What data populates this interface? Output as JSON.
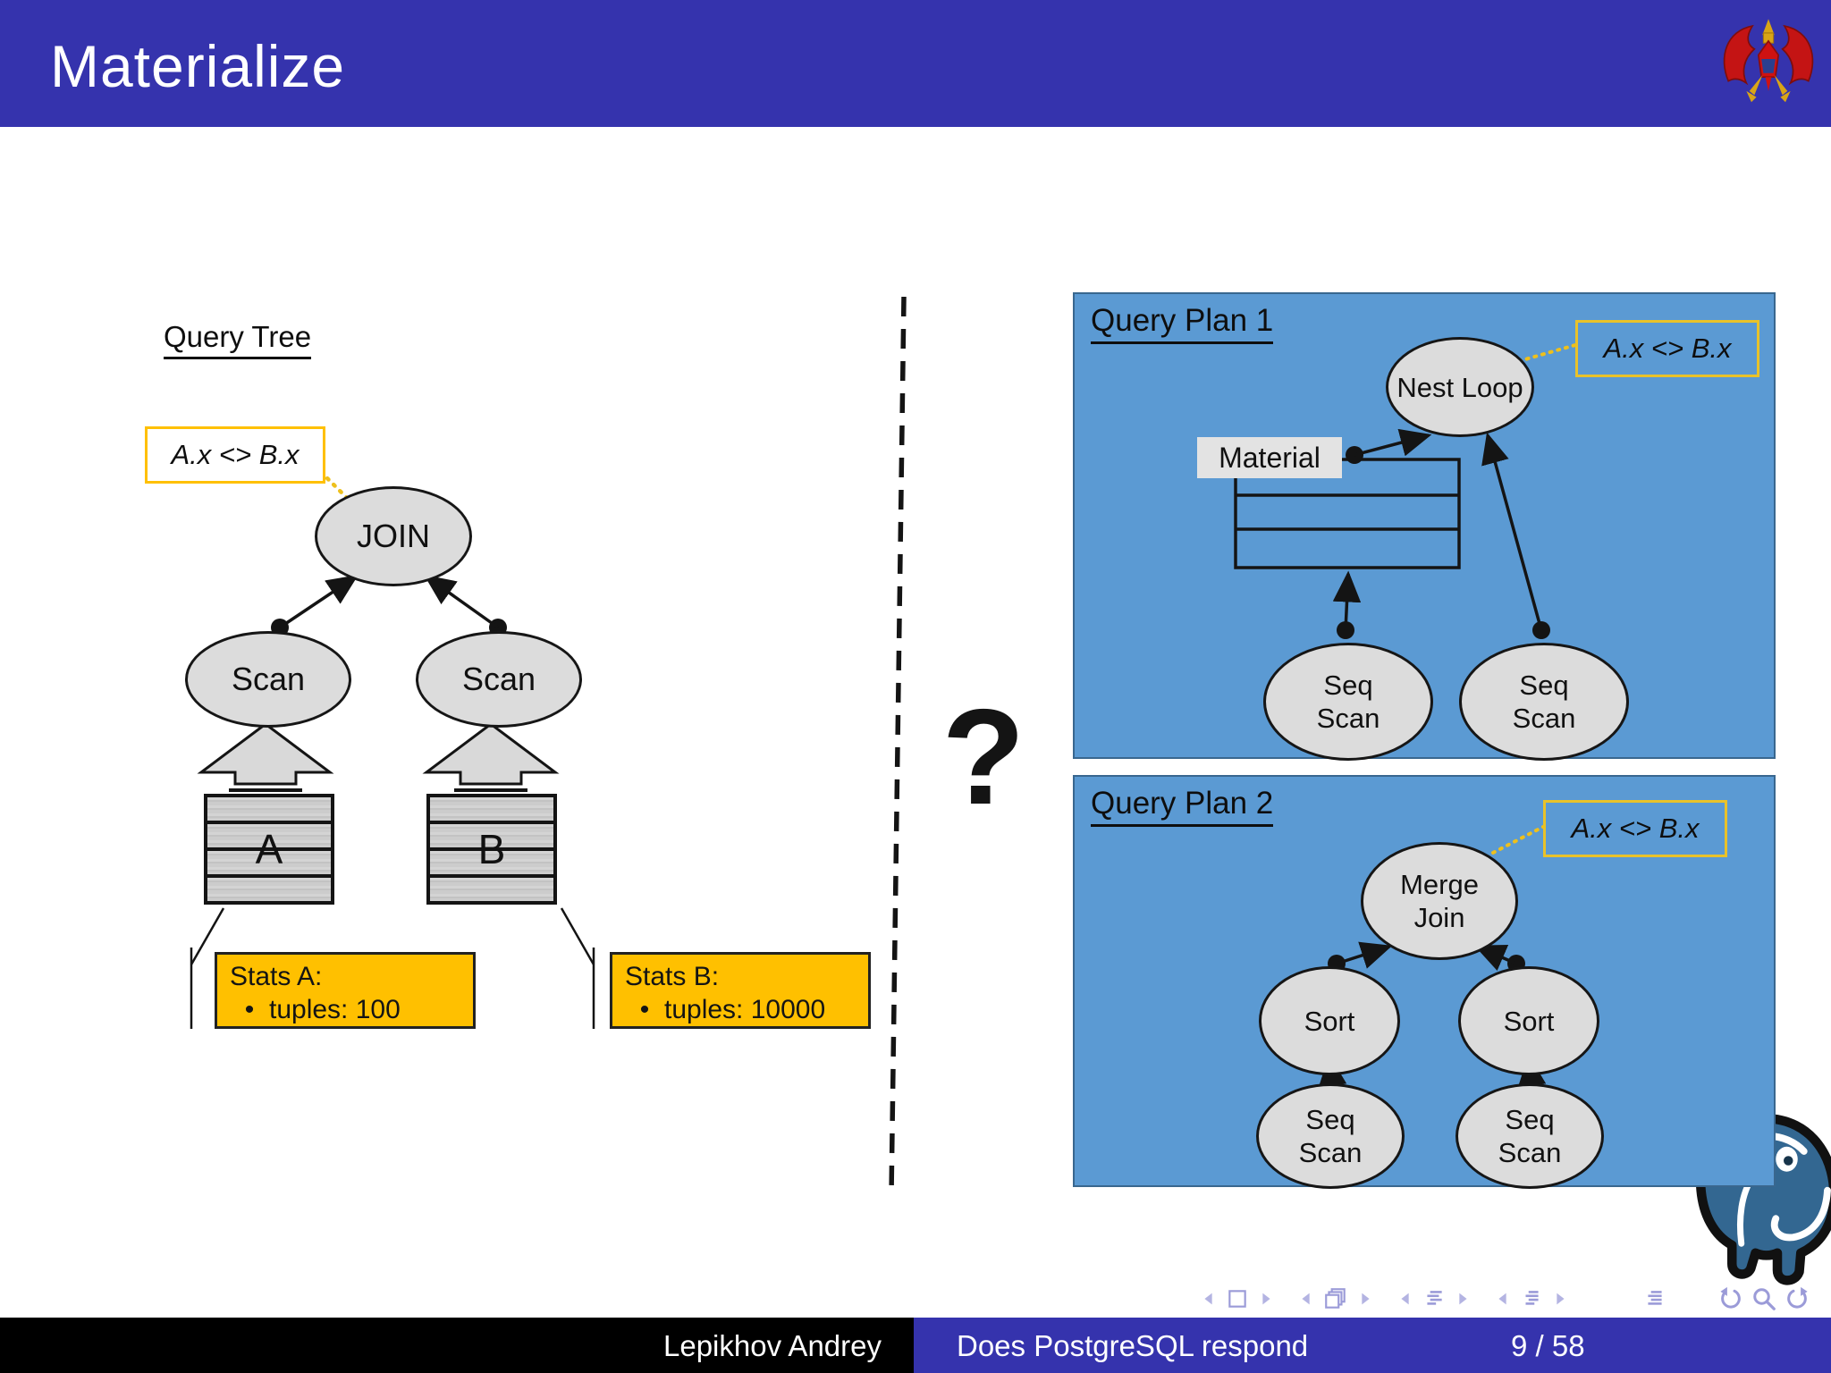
{
  "header": {
    "title": "Materialize"
  },
  "icons": {
    "emblem": "garuda-emblem",
    "logo": "postgresql-elephant-logo",
    "nav": [
      "prev-slide",
      "slide-icon",
      "next-slide",
      "prev-frame",
      "frames-icon",
      "next-frame",
      "prev-subsection",
      "subsection-list-icon",
      "next-subsection",
      "prev-section",
      "section-list-icon",
      "next-section",
      "appendix-list-icon",
      "undo-icon",
      "search-icon",
      "redo-icon"
    ]
  },
  "query_tree": {
    "heading": "Query Tree",
    "condition": "A.x <> B.x",
    "join": "JOIN",
    "scan_left": "Scan",
    "scan_right": "Scan",
    "table_a": "A",
    "table_b": "B",
    "stats_a": {
      "title": "Stats A:",
      "bullet": "•",
      "item": "tuples: 100"
    },
    "stats_b": {
      "title": "Stats B:",
      "bullet": "•",
      "item": "tuples: 10000"
    }
  },
  "comparison": {
    "question_mark": "?"
  },
  "query_plan_1": {
    "heading": "Query Plan 1",
    "condition": "A.x <> B.x",
    "nest_loop": "Nest Loop",
    "material": "Material",
    "seq_scan_left": {
      "line1": "Seq",
      "line2": "Scan"
    },
    "seq_scan_right": {
      "line1": "Seq",
      "line2": "Scan"
    }
  },
  "query_plan_2": {
    "heading": "Query Plan 2",
    "condition": "A.x <> B.x",
    "merge_join": {
      "line1": "Merge",
      "line2": "Join"
    },
    "sort_left": "Sort",
    "sort_right": "Sort",
    "seq_scan_left": {
      "line1": "Seq",
      "line2": "Scan"
    },
    "seq_scan_right": {
      "line1": "Seq",
      "line2": "Scan"
    }
  },
  "footer": {
    "author": "Lepikhov Andrey",
    "short_title": "Does PostgreSQL respond",
    "page": "9 / 58"
  },
  "colors": {
    "header_blue": "#3533ad",
    "panel_blue": "#5b9ad3",
    "panel_border": "#39678f",
    "gold": "#ffc000",
    "node_fill": "#dcdcdc",
    "nav_purple": "#9b9bd8",
    "footer_left_bg": "#000000",
    "pg_blue": "#336791"
  }
}
